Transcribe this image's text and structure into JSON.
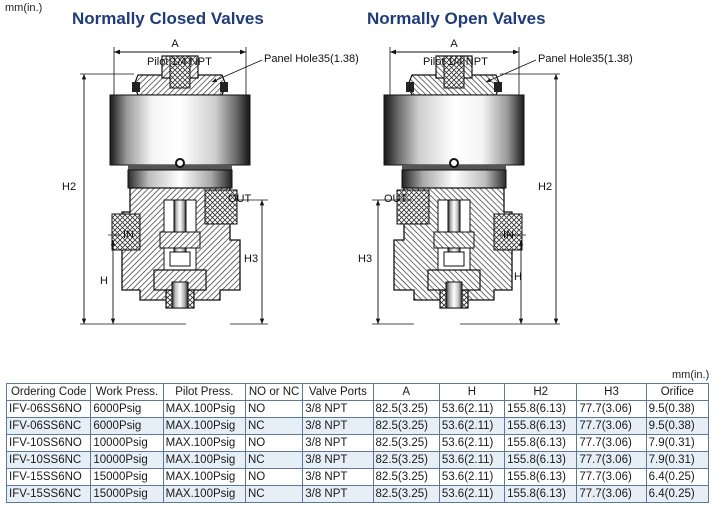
{
  "units": {
    "top": "mm(in.)",
    "table": "mm(in.)"
  },
  "diagrams": [
    {
      "title": "Normally Closed Valves",
      "a": "A",
      "pilot": "Pilot  1/4 NPT",
      "panel": "Panel Hole35(1.38)",
      "h2": "H2",
      "h3": "H3",
      "h": "H",
      "out": "OUT",
      "in": "IN"
    },
    {
      "title": "Normally Open Valves",
      "a": "A",
      "pilot": "Pilot  1/4 NPT",
      "panel": "Panel Hole35(1.38)",
      "h2": "H2",
      "h3": "H3",
      "h": "H",
      "out": "OUT",
      "in": "IN"
    }
  ],
  "table": {
    "headers": [
      "Ordering Code",
      "Work Press.",
      "Pilot Press.",
      "NO or NC",
      "Valve Ports",
      "A",
      "H",
      "H2",
      "H3",
      "Orifice"
    ],
    "rows": [
      [
        "IFV-06SS6NO",
        "6000Psig",
        "MAX.100Psig",
        "NO",
        "3/8 NPT",
        "82.5(3.25)",
        "53.6(2.11)",
        "155.8(6.13)",
        "77.7(3.06)",
        "9.5(0.38)"
      ],
      [
        "IFV-06SS6NC",
        "6000Psig",
        "MAX.100Psig",
        "NC",
        "3/8 NPT",
        "82.5(3.25)",
        "53.6(2.11)",
        "155.8(6.13)",
        "77.7(3.06)",
        "9.5(0.38)"
      ],
      [
        "IFV-10SS6NO",
        "10000Psig",
        "MAX.100Psig",
        "NO",
        "3/8 NPT",
        "82.5(3.25)",
        "53.6(2.11)",
        "155.8(6.13)",
        "77.7(3.06)",
        "7.9(0.31)"
      ],
      [
        "IFV-10SS6NC",
        "10000Psig",
        "MAX.100Psig",
        "NC",
        "3/8 NPT",
        "82.5(3.25)",
        "53.6(2.11)",
        "155.8(6.13)",
        "77.7(3.06)",
        "7.9(0.31)"
      ],
      [
        "IFV-15SS6NO",
        "15000Psig",
        "MAX.100Psig",
        "NO",
        "3/8 NPT",
        "82.5(3.25)",
        "53.6(2.11)",
        "155.8(6.13)",
        "77.7(3.06)",
        "6.4(0.25)"
      ],
      [
        "IFV-15SS6NC",
        "15000Psig",
        "MAX.100Psig",
        "NC",
        "3/8 NPT",
        "82.5(3.25)",
        "53.6(2.11)",
        "155.8(6.13)",
        "77.7(3.06)",
        "6.4(0.25)"
      ]
    ]
  }
}
